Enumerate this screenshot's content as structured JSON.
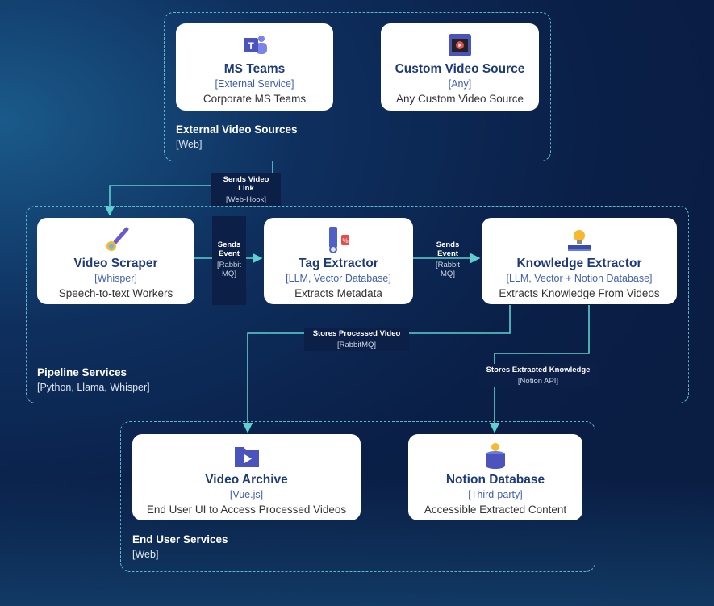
{
  "groups": {
    "external": {
      "title": "External Video Sources",
      "tech": "[Web]"
    },
    "pipeline": {
      "title": "Pipeline Services",
      "tech": "[Python, Llama, Whisper]"
    },
    "enduser": {
      "title": "End User Services",
      "tech": "[Web]"
    }
  },
  "nodes": {
    "ms_teams": {
      "title": "MS Teams",
      "tech": "[External Service]",
      "desc": "Corporate MS Teams",
      "icon": "ms-teams-icon"
    },
    "custom_video": {
      "title": "Custom Video Source",
      "tech": "[Any]",
      "desc": "Any Custom Video Source",
      "icon": "video-player-icon"
    },
    "video_scraper": {
      "title": "Video Scraper",
      "tech": "[Whisper]",
      "desc": "Speech-to-text Workers",
      "icon": "brush-icon"
    },
    "tag_extractor": {
      "title": "Tag Extractor",
      "tech": "[LLM, Vector Database]",
      "desc": "Extracts Metadata",
      "icon": "tag-icon"
    },
    "knowledge_extractor": {
      "title": "Knowledge Extractor",
      "tech": "[LLM, Vector + Notion Database]",
      "desc": "Extracts Knowledge From Videos",
      "icon": "lightbulb-book-icon"
    },
    "video_archive": {
      "title": "Video Archive",
      "tech": "[Vue.js]",
      "desc": "End User UI to Access Processed Videos",
      "icon": "video-folder-icon"
    },
    "notion_db": {
      "title": "Notion Database",
      "tech": "[Third-party]",
      "desc": "Accessible Extracted Content",
      "icon": "database-icon"
    }
  },
  "edges": [
    {
      "label": "Sends Video Link",
      "tech": "[Web-Hook]"
    },
    {
      "label": "Sends Event",
      "tech": "[RabbitMQ]"
    },
    {
      "label": "Sends Event",
      "tech": "[RabbitMQ]"
    },
    {
      "label": "Stores Processed Video",
      "tech": "[RabbitMQ]"
    },
    {
      "label": "Stores Extracted Knowledge",
      "tech": "[Notion API]"
    }
  ],
  "colors": {
    "background": "#0a1f47",
    "connector": "#5fd0d0",
    "title": "#1d3a7c",
    "tech": "#3f5fb3"
  }
}
